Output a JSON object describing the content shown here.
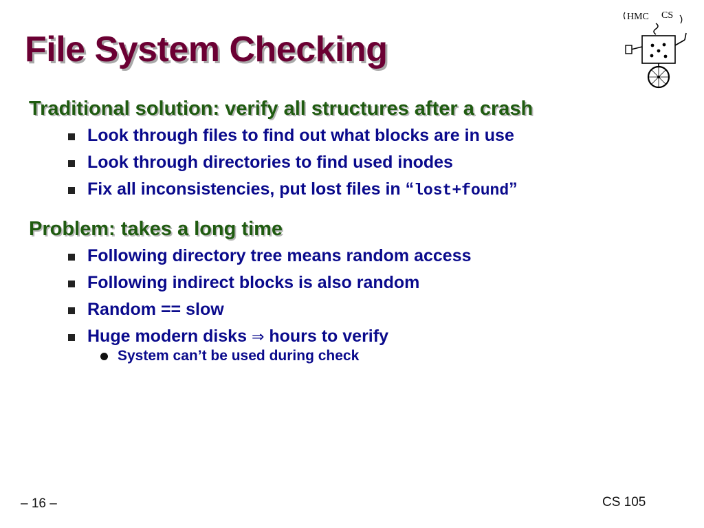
{
  "slide": {
    "title": "File System Checking",
    "sections": [
      {
        "heading": "Traditional solution: verify all structures after a crash",
        "bullets": [
          {
            "text": "Look through files to find out what blocks are in use"
          },
          {
            "text": "Look through directories to find used inodes"
          },
          {
            "prefix": "Fix all inconsistencies, put lost files in “",
            "code": "lost+found",
            "suffix": "”"
          }
        ]
      },
      {
        "heading": "Problem: takes a long time",
        "bullets": [
          {
            "text": "Following directory tree means random access"
          },
          {
            "text": "Following indirect blocks is also random"
          },
          {
            "text": "Random == slow"
          },
          {
            "prefix": "Huge modern disks ",
            "arrow": "⇒",
            "suffix": " hours to verify",
            "sub": [
              "System can’t be used during check"
            ]
          }
        ]
      }
    ],
    "footer": {
      "page": "– 16 –",
      "course": "CS 105"
    },
    "logo": {
      "text_left": "HMC",
      "text_right": "CS",
      "icon": "hmc-cs-robot-logo"
    }
  }
}
